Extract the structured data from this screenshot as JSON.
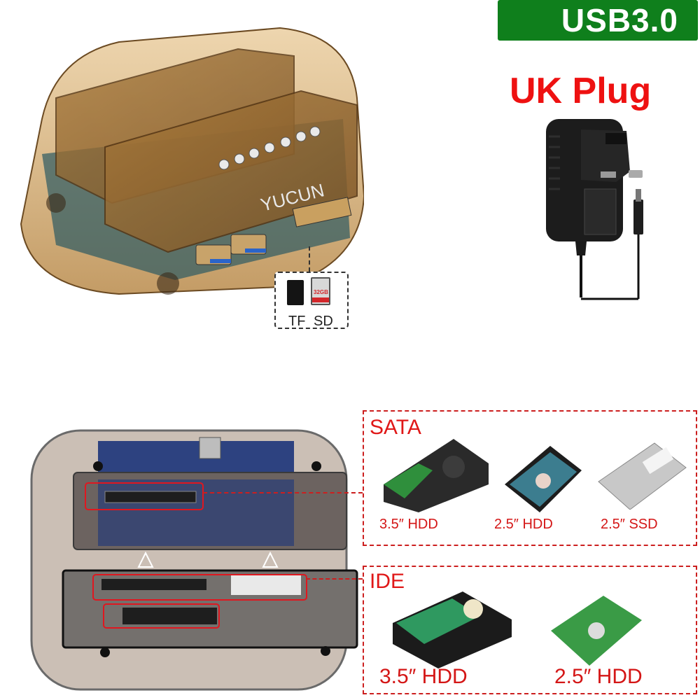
{
  "badges": {
    "usb": "USB3.0",
    "plug": "UK Plug"
  },
  "colors": {
    "usb_badge_bg": "#0f7f1c",
    "accent_red": "#ee1111",
    "dock_amber": "#c9a05e"
  },
  "dock_top": {
    "brand": "YUCUN",
    "card_slots": [
      {
        "label": "TF",
        "icon": "microsd-card-icon"
      },
      {
        "label": "SD",
        "icon": "sd-card-icon",
        "capacity": "32GB"
      }
    ]
  },
  "charger": {
    "icon": "uk-power-adapter-icon"
  },
  "groups": [
    {
      "title": "SATA",
      "drives": [
        {
          "label": "3.5″ HDD",
          "icon": "hdd-3-5-sata-icon"
        },
        {
          "label": "2.5″ HDD",
          "icon": "hdd-2-5-sata-icon"
        },
        {
          "label": "2.5″ SSD",
          "icon": "ssd-2-5-icon"
        }
      ]
    },
    {
      "title": "IDE",
      "drives": [
        {
          "label": "3.5″ HDD",
          "icon": "hdd-3-5-ide-icon"
        },
        {
          "label": "2.5″ HDD",
          "icon": "hdd-2-5-ide-icon"
        }
      ]
    }
  ]
}
